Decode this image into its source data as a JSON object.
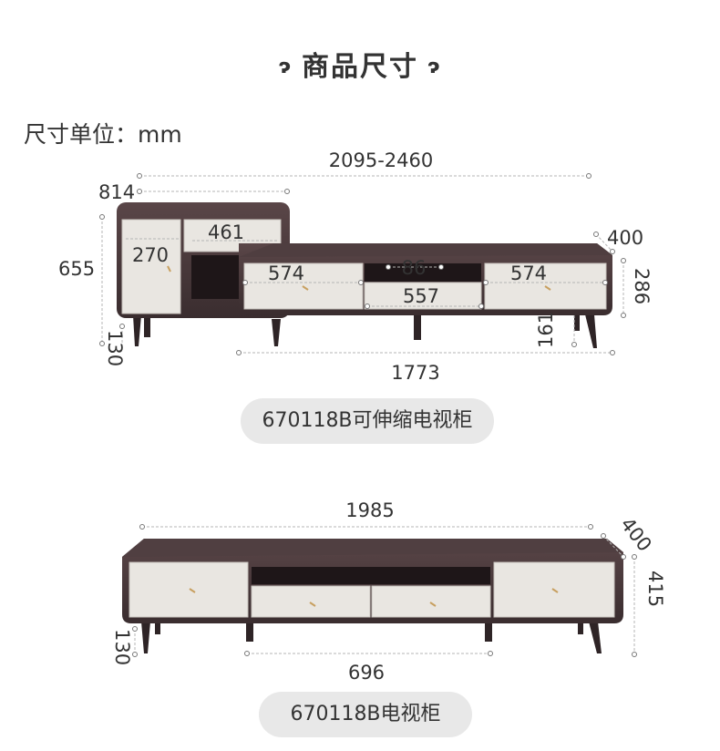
{
  "title": "商品尺寸",
  "unit_label": "尺寸单位：mm",
  "product1": {
    "name": "670118B可伸缩电视柜",
    "dims": {
      "total_width": "2095-2460",
      "tall_width": "814",
      "top_drawer": "461",
      "door": "270",
      "height": "655",
      "leg": "130",
      "depth": "400",
      "body_height": "286",
      "drawer_left": "574",
      "open": "86",
      "drawer_right": "574",
      "drawer_center": "557",
      "leg_right": "161",
      "low_width": "1773"
    }
  },
  "product2": {
    "name": "670118B电视柜",
    "dims": {
      "width": "1985",
      "depth": "400",
      "height": "415",
      "leg": "130",
      "leg_span": "696"
    }
  },
  "colors": {
    "wood": "#4a3b3d",
    "panel": "#e9e6e1",
    "pill": "#e8e8e8",
    "handle": "#c8a060"
  }
}
